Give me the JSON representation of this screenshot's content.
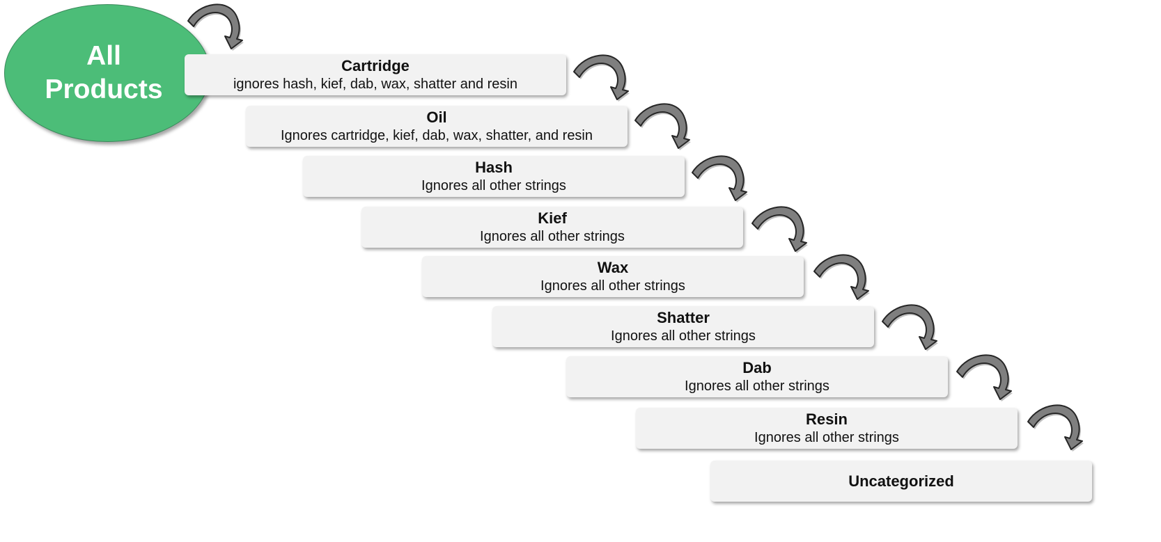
{
  "root": {
    "label_line1": "All",
    "label_line2": "Products",
    "color": "#4cbd78"
  },
  "steps": [
    {
      "title": "Cartridge",
      "desc": "ignores hash, kief, dab, wax, shatter and resin"
    },
    {
      "title": "Oil",
      "desc": "Ignores cartridge, kief, dab, wax, shatter, and resin"
    },
    {
      "title": "Hash",
      "desc": "Ignores all other strings"
    },
    {
      "title": "Kief",
      "desc": "Ignores all other strings"
    },
    {
      "title": "Wax",
      "desc": "Ignores all other strings"
    },
    {
      "title": "Shatter",
      "desc": "Ignores all other strings"
    },
    {
      "title": "Dab",
      "desc": "Ignores all other strings"
    },
    {
      "title": "Resin",
      "desc": "Ignores all other strings"
    },
    {
      "title": "Uncategorized",
      "desc": ""
    }
  ],
  "colors": {
    "box_fill": "#f2f2f2",
    "arrow_fill": "#7f7f7f",
    "arrow_stroke": "#262626"
  }
}
